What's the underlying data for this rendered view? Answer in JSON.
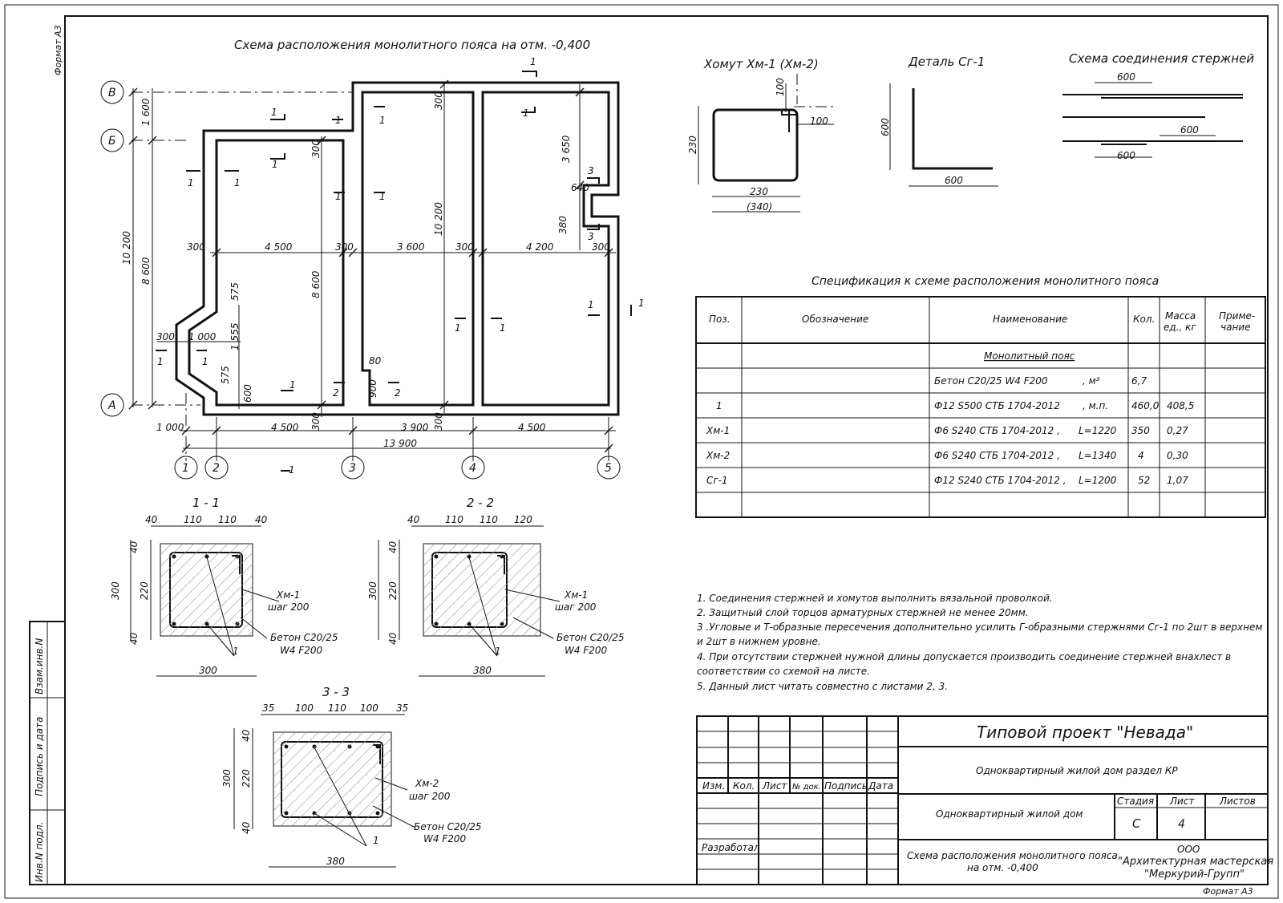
{
  "sheet": {
    "format_top": "Формат А3",
    "format_bottom": "Формат А3",
    "side_labels": [
      "Взам.инв.N",
      "Подпись и дата",
      "Инв.N подл."
    ]
  },
  "plan": {
    "title": "Схема расположения монолитного пояса на отм. -0,400",
    "axes_letters": [
      "В",
      "Б",
      "А"
    ],
    "axes_numbers": [
      "1",
      "2",
      "3",
      "4",
      "5"
    ],
    "dims": {
      "b_b": "1 600",
      "b_a": "8 600",
      "total_v": "10 200",
      "bay1": "4 500",
      "bay2": "3 600",
      "bay3": "4 200",
      "w1": "300",
      "w2": "300",
      "w3": "300",
      "w4": "300",
      "bot1": "1 000",
      "bot2": "4 500",
      "bot3": "3 900",
      "bot4": "4 500",
      "total_h": "13 900",
      "v_mid": "8 600",
      "v_mid2": "10 200",
      "v_right": "3 650",
      "d640": "640",
      "d380": "380",
      "d575a": "575",
      "d1555": "1 555",
      "d575b": "575",
      "d600": "600",
      "d300a": "300",
      "d1000": "1 000",
      "d80": "80",
      "d900": "900",
      "t300a": "300",
      "t300b": "300",
      "t300c": "300",
      "t300d": "300"
    },
    "section_marks": [
      "1",
      "2",
      "3"
    ]
  },
  "details": {
    "clamp_title": "Хомут Хм-1 (Хм-2)",
    "clamp_dims": [
      "100",
      "100",
      "230",
      "230",
      "(340)"
    ],
    "part_title": "Деталь Сг-1",
    "part_dims": [
      "600",
      "600"
    ],
    "joint_title": "Схема соединения стержней",
    "joint_dims": [
      "600",
      "600",
      "600"
    ]
  },
  "spec": {
    "title": "Спецификация к схеме расположения монолитного пояса",
    "headers": [
      "Поз.",
      "Обозначение",
      "Наименование",
      "Кол.",
      "Масса ед., кг",
      "Приме- чание"
    ],
    "rows": [
      {
        "pos": "",
        "name": "Монолитный пояс",
        "extra": "",
        "qty": "",
        "mass": ""
      },
      {
        "pos": "",
        "name": "Бетон С20/25 W4 F200",
        "extra": ", м³",
        "qty": "6,7",
        "mass": ""
      },
      {
        "pos": "1",
        "name": "Ф12 S500 СТБ 1704-2012",
        "extra": ", м.п.",
        "qty": "460,0",
        "mass": "408,5"
      },
      {
        "pos": "Хм-1",
        "name": "Ф6 S240 СТБ 1704-2012 ,",
        "extra": "L=1220",
        "qty": "350",
        "mass": "0,27"
      },
      {
        "pos": "Хм-2",
        "name": "Ф6 S240 СТБ 1704-2012 ,",
        "extra": "L=1340",
        "qty": "4",
        "mass": "0,30"
      },
      {
        "pos": "Сг-1",
        "name": "Ф12 S240 СТБ 1704-2012 ,",
        "extra": "L=1200",
        "qty": "52",
        "mass": "1,07"
      },
      {
        "pos": "",
        "name": "",
        "extra": "",
        "qty": "",
        "mass": ""
      }
    ]
  },
  "notes": [
    "1. Соединения стержней и хомутов выполнить вязальной проволкой.",
    "2. Защитный слой торцов арматурных стержней не менее 20мм.",
    "3 .Угловые и Т-образные пересечения дополнительно усилить Г-образными стержнями Сг-1 по 2шт в верхнем",
    "и 2шт в нижнем уровне.",
    "4. При отсутствии стержней нужной длины допускается производить соединение стержней внахлест в",
    "соответствии со схемой на листе.",
    "5. Данный лист читать совместно с листами 2, 3."
  ],
  "sections": [
    {
      "title": "1 - 1",
      "top": [
        "40",
        "110",
        "110",
        "40"
      ],
      "left": [
        "40",
        "220",
        "40"
      ],
      "height": "300",
      "width": "300",
      "clamp": "Хм-1",
      "step": "шаг 200",
      "concrete": "Бетон С20/25",
      "grade": "W4 F200",
      "bar": "1"
    },
    {
      "title": "2 - 2",
      "top": [
        "40",
        "110",
        "110",
        "120"
      ],
      "left": [
        "40",
        "220",
        "40"
      ],
      "height": "300",
      "width": "380",
      "clamp": "Хм-1",
      "step": "шаг 200",
      "concrete": "Бетон С20/25",
      "grade": "W4 F200",
      "bar": "1"
    },
    {
      "title": "3 - 3",
      "top": [
        "35",
        "100",
        "110",
        "100",
        "35"
      ],
      "left": [
        "40",
        "220",
        "40"
      ],
      "height": "300",
      "width": "380",
      "clamp": "Хм-2",
      "step": "шаг 200",
      "concrete": "Бетон С20/25",
      "grade": "W4 F200",
      "bar": "1"
    }
  ],
  "stamp": {
    "project": "Типовой проект \"Невада\"",
    "subtitle": "Одноквартирный жилой дом раздел КР",
    "cols": [
      "Изм.",
      "Кол.",
      "Лист",
      "№ док.",
      "Подпись",
      "Дата"
    ],
    "building": "Одноквартирный жилой дом",
    "stage_h": "Стадия",
    "sheet_h": "Лист",
    "sheets_h": "Листов",
    "stage": "С",
    "sheet": "4",
    "sheets": "",
    "developed": "Разработал",
    "drawing_1": "Схема расположения монолитного пояса",
    "drawing_2": "на отм. -0,400",
    "org_1": "ООО",
    "org_2": "\"Архитектурная мастерская",
    "org_3": "\"Меркурий-Групп\""
  }
}
